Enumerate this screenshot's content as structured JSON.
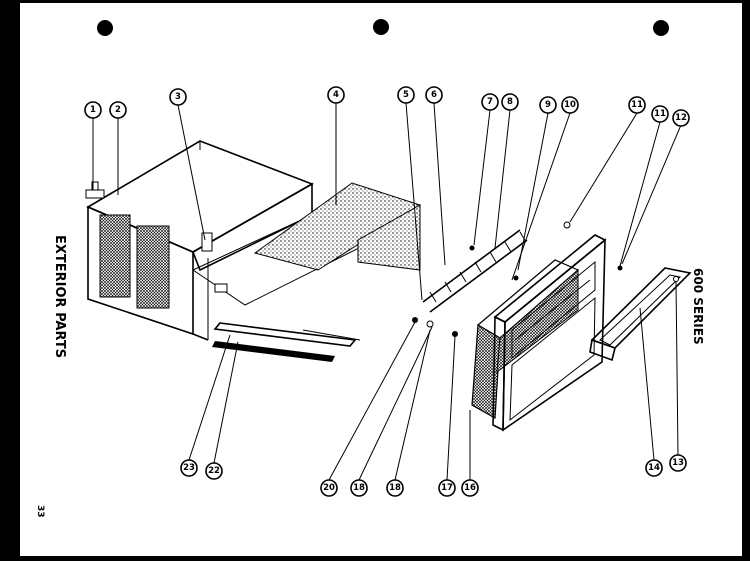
{
  "page": {
    "side_title": "EXTERIOR PARTS",
    "series_title": "600 SERIES",
    "page_number": "33"
  },
  "callouts": [
    {
      "id": "c1",
      "label": "1"
    },
    {
      "id": "c2",
      "label": "2"
    },
    {
      "id": "c3",
      "label": "3"
    },
    {
      "id": "c4",
      "label": "4"
    },
    {
      "id": "c5",
      "label": "5"
    },
    {
      "id": "c6",
      "label": "6"
    },
    {
      "id": "c7",
      "label": "7"
    },
    {
      "id": "c8",
      "label": "8"
    },
    {
      "id": "c9",
      "label": "9"
    },
    {
      "id": "c10",
      "label": "10"
    },
    {
      "id": "c11a",
      "label": "11"
    },
    {
      "id": "c11b",
      "label": "11"
    },
    {
      "id": "c12",
      "label": "12"
    },
    {
      "id": "c13",
      "label": "13"
    },
    {
      "id": "c14",
      "label": "14"
    },
    {
      "id": "c16",
      "label": "16"
    },
    {
      "id": "c17",
      "label": "17"
    },
    {
      "id": "c18a",
      "label": "18"
    },
    {
      "id": "c18b",
      "label": "18"
    },
    {
      "id": "c20",
      "label": "20"
    },
    {
      "id": "c22",
      "label": "22"
    },
    {
      "id": "c23",
      "label": "23"
    }
  ]
}
